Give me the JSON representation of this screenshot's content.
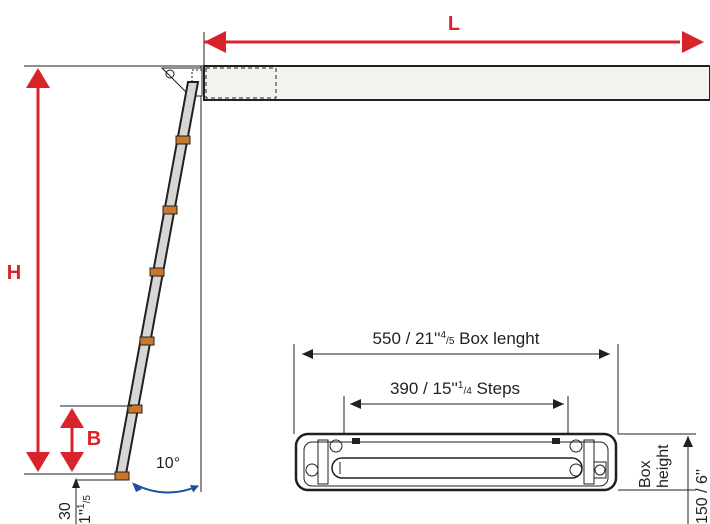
{
  "labels": {
    "length": "L",
    "height": "H",
    "bottom_step": "B",
    "angle": "10°",
    "bottom_mm": "30",
    "bottom_inch": "1''",
    "bottom_inch_frac_num": "1",
    "bottom_inch_frac_den": "5"
  },
  "box": {
    "length_main": "550 / 21''",
    "length_frac_num": "4",
    "length_frac_den": "5",
    "length_suffix": "Box lenght",
    "steps_main": "390 / 15''",
    "steps_frac_num": "1",
    "steps_frac_den": "4",
    "steps_suffix": "Steps",
    "height_label_line1": "Box",
    "height_label_line2": "height",
    "height_value": "150 / 6''"
  },
  "colors": {
    "accent_red": "#d8232a",
    "beam_fill": "#f2f2ef",
    "step_orange": "#c8782a",
    "line": "#231f20"
  }
}
